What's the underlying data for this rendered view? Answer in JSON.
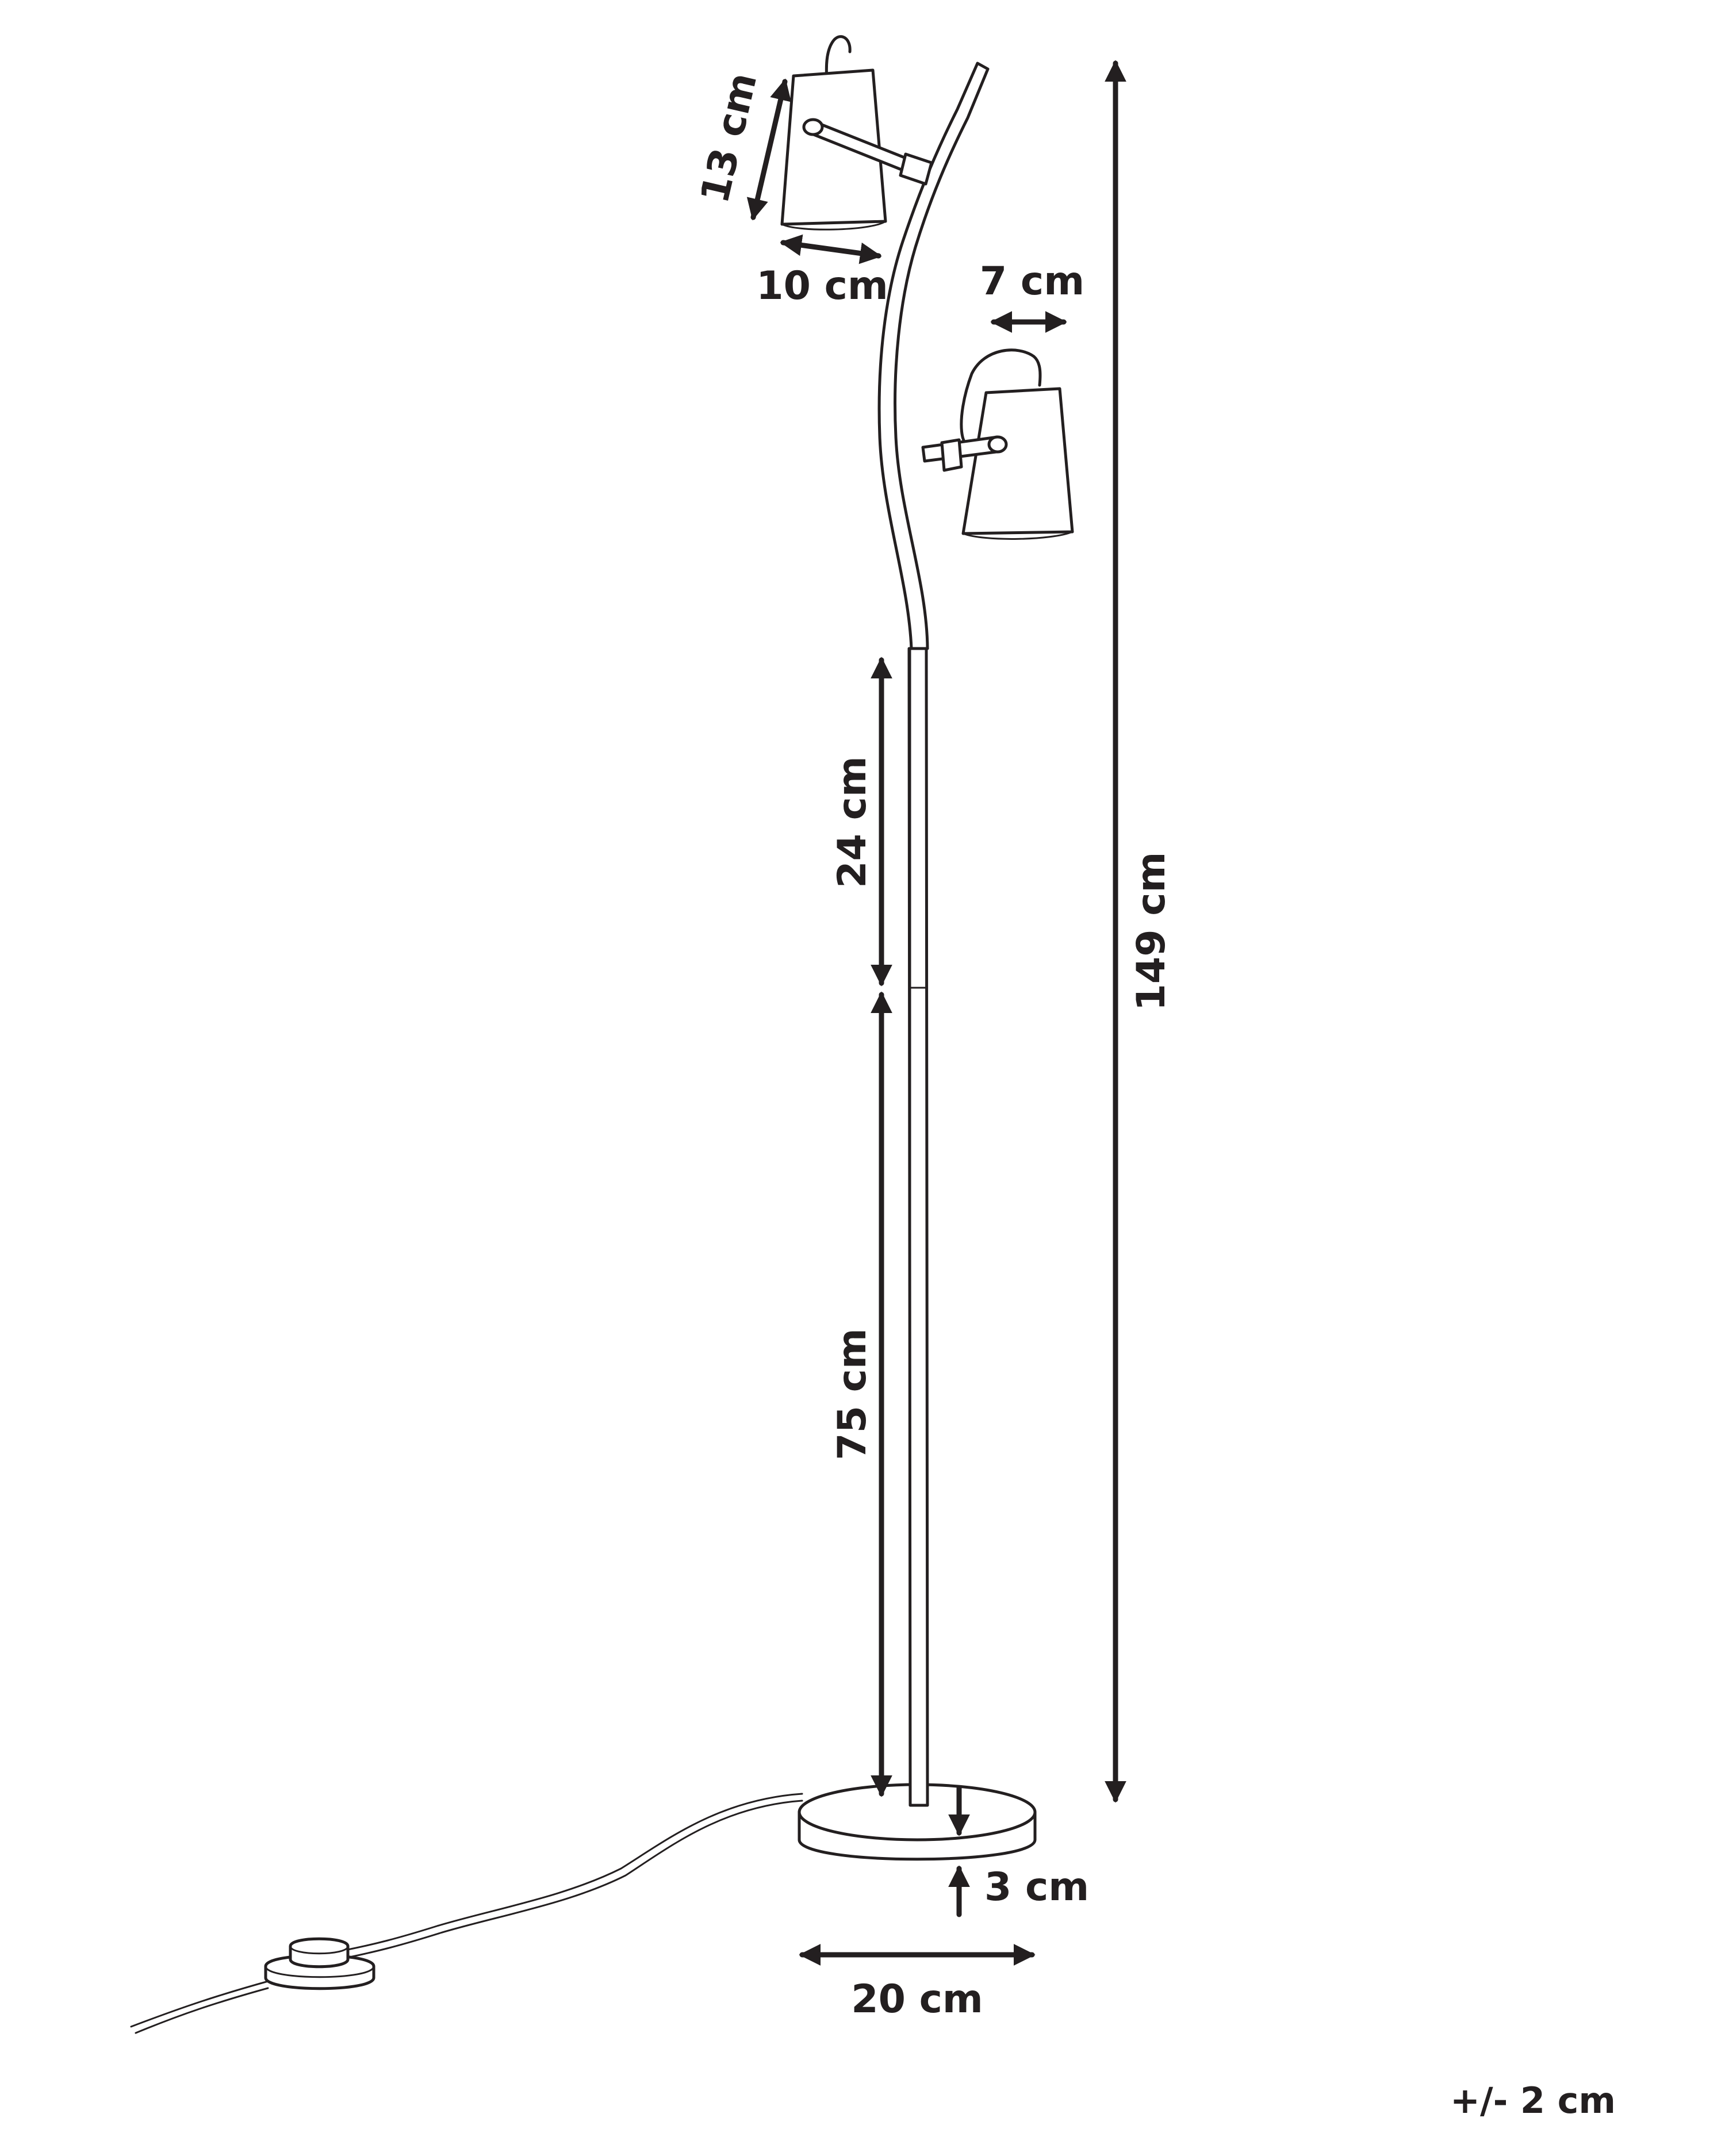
{
  "dimensions": {
    "shade_height": "13 cm",
    "shade_width": "10 cm",
    "arm_offset": "7 cm",
    "upper_pole": "24 cm",
    "lower_pole": "75 cm",
    "total_height": "149 cm",
    "base_height": "3 cm",
    "base_diameter": "20 cm"
  },
  "tolerance": "+/- 2 cm",
  "colors": {
    "ink": "#231f20",
    "background": "#ffffff"
  }
}
